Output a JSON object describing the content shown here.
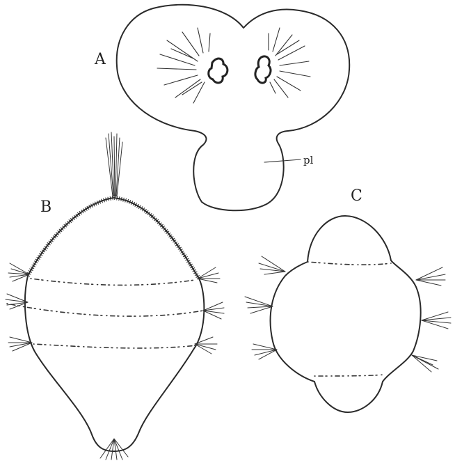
{
  "labels": {
    "figure_a": "A",
    "figure_b": "B",
    "figure_c": "C",
    "polar_lobe": "pl"
  }
}
